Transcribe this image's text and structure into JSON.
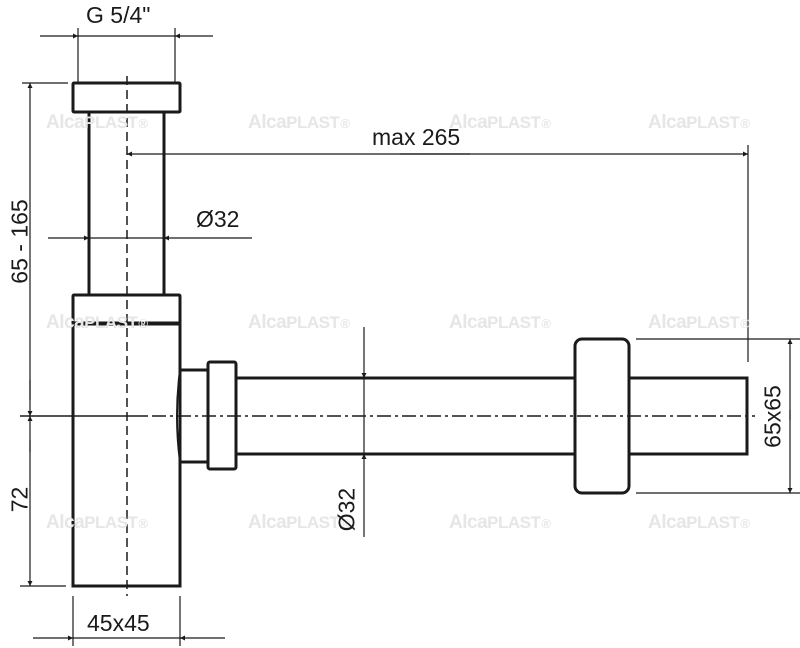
{
  "drawing": {
    "subject": "bottle siphon technical drawing",
    "units": "mm",
    "line_color": "#1a1a1a",
    "watermark_color": "#e6e6e6"
  },
  "watermark": {
    "brand_a": "Alca",
    "brand_b": "PLAST",
    "mark": "®"
  },
  "dimensions": {
    "thread": "G 5/4\"",
    "outlet_length": "max 265",
    "pipe_diameter_vertical": "Ø32",
    "pipe_diameter_horizontal": "Ø32",
    "height_range": "65 - 165",
    "lower_height": "72",
    "body_size": "45x45",
    "rosette_size": "65x65"
  }
}
